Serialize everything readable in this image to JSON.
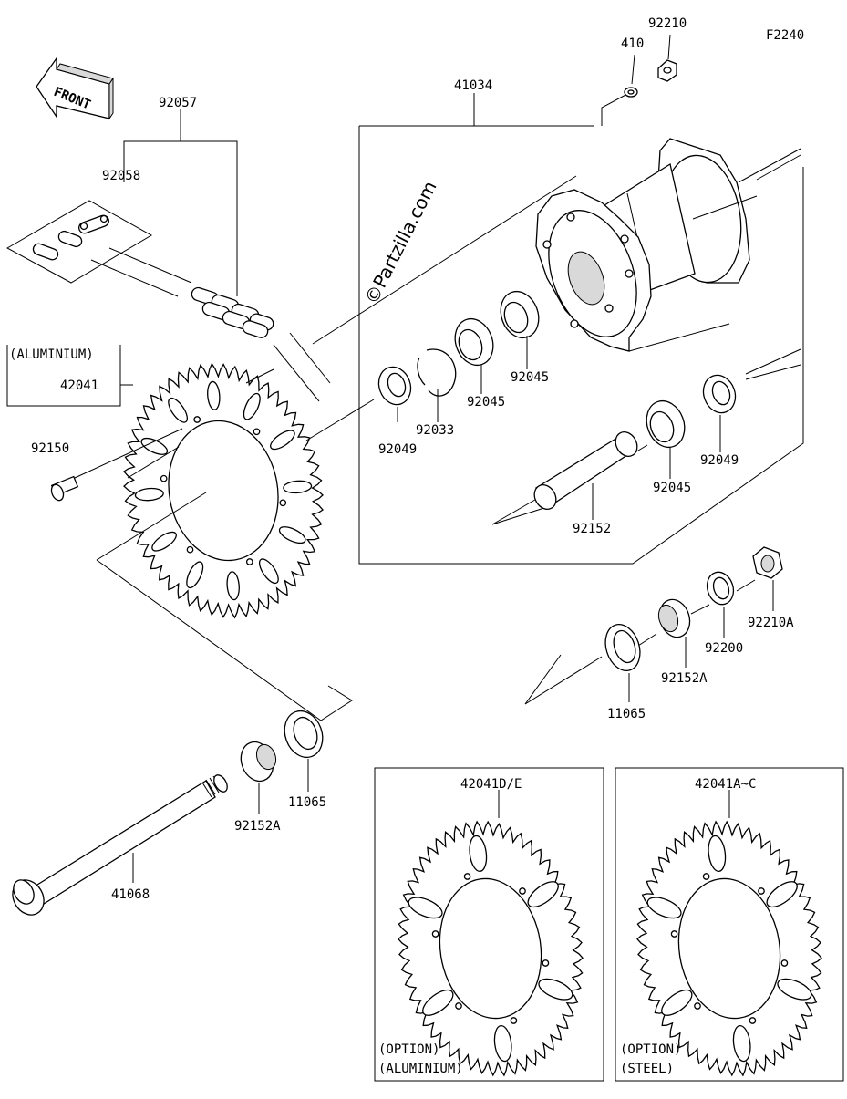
{
  "diagram_code": "F2240",
  "watermark": "©Partzilla.com",
  "front_badge": "FRONT",
  "labels": {
    "p92210": "92210",
    "p410": "410",
    "p41034": "41034",
    "p92057": "92057",
    "p92058": "92058",
    "aluminium_note": "(ALUMINIUM)",
    "p42041": "42041",
    "p92150": "92150",
    "p92049a": "92049",
    "p92033": "92033",
    "p92045a": "92045",
    "p92045b": "92045",
    "p92045c": "92045",
    "p92049b": "92049",
    "p92152": "92152",
    "p92210A": "92210A",
    "p92200": "92200",
    "p92152A_right": "92152A",
    "p11065_right": "11065",
    "p11065_left": "11065",
    "p92152A_left": "92152A",
    "p41068": "41068"
  },
  "option_boxes": [
    {
      "part": "42041D/E",
      "line1": "(OPTION)",
      "line2": "(ALUMINIUM)"
    },
    {
      "part": "42041A~C",
      "line1": "(OPTION)",
      "line2": "(STEEL)"
    }
  ]
}
